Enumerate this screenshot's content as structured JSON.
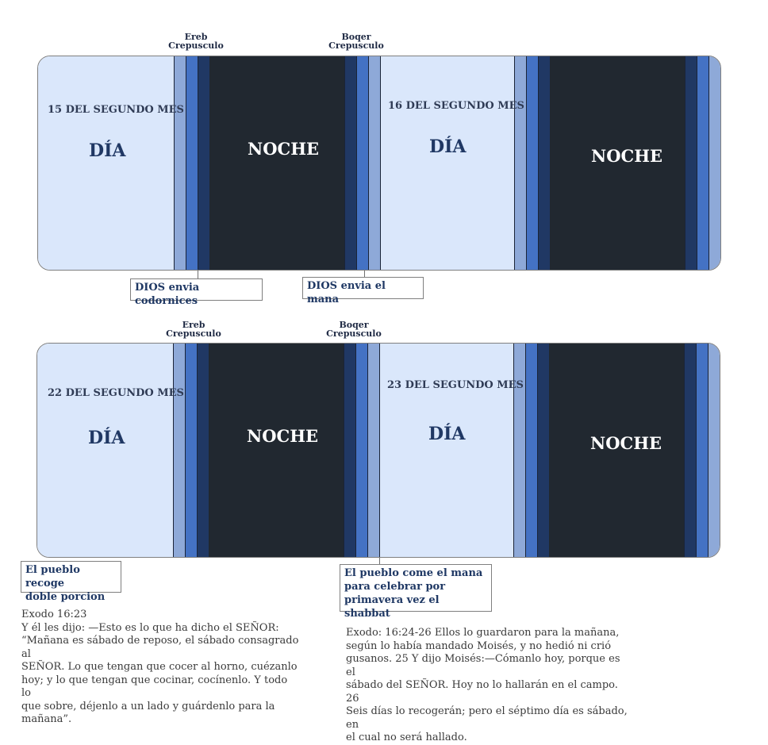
{
  "rows": [
    {
      "twilight_left": {
        "name": "Ereb",
        "sub": "Crepusculo"
      },
      "twilight_right": {
        "name": "Boqer",
        "sub": "Crepusculo"
      },
      "day1": {
        "month": "15 DEL SEGUNDO MES",
        "label": "DÍA"
      },
      "night1": {
        "label": "NOCHE"
      },
      "day2": {
        "month": "16 DEL SEGUNDO MES",
        "label": "DÍA"
      },
      "night2": {
        "label": "NOCHE"
      },
      "callouts": [
        "DIOS envia codornices",
        "DIOS envia el mana"
      ]
    },
    {
      "twilight_left": {
        "name": "Ereb",
        "sub": "Crepusculo"
      },
      "twilight_right": {
        "name": "Boqer",
        "sub": "Crepusculo"
      },
      "day1": {
        "month": "22 DEL SEGUNDO MES",
        "label": "DÍA"
      },
      "night1": {
        "label": "NOCHE"
      },
      "day2": {
        "month": "23 DEL SEGUNDO MES",
        "label": "DÍA"
      },
      "night2": {
        "label": "NOCHE"
      },
      "callouts": [
        "El pueblo recoge\ndoble porcion",
        "El pueblo come el mana\npara celebrar por\nprimavera vez el shabbat"
      ]
    }
  ],
  "notes": {
    "left": "Exodo 16:23\nY él les dijo: —Esto es lo que ha dicho el SEÑOR:\n“Mañana es sábado de reposo, el sábado consagrado al\nSEÑOR. Lo que tengan que cocer al horno, cuézanlo\nhoy; y lo que tengan que cocinar, cocínenlo. Y todo lo\nque sobre, déjenlo a un lado y guárdenlo para la\nmañana”.",
    "right": "Exodo: 16:24-26 Ellos lo guardaron para la mañana,\nsegún lo había mandado Moisés, y no hedió ni crió\ngusanos. 25 Y dijo Moisés:—Cómanlo hoy, porque es el\nsábado del SEÑOR. Hoy no lo hallarán en el campo. 26\nSeis días lo recogerán; pero el séptimo día es sábado, en\nel cual no será hallado."
  },
  "colors": {
    "day": "#dae7fb",
    "band_light": "#8ea9d8",
    "band_mid": "#4472c4",
    "band_dark": "#203864",
    "night": "#212830"
  }
}
